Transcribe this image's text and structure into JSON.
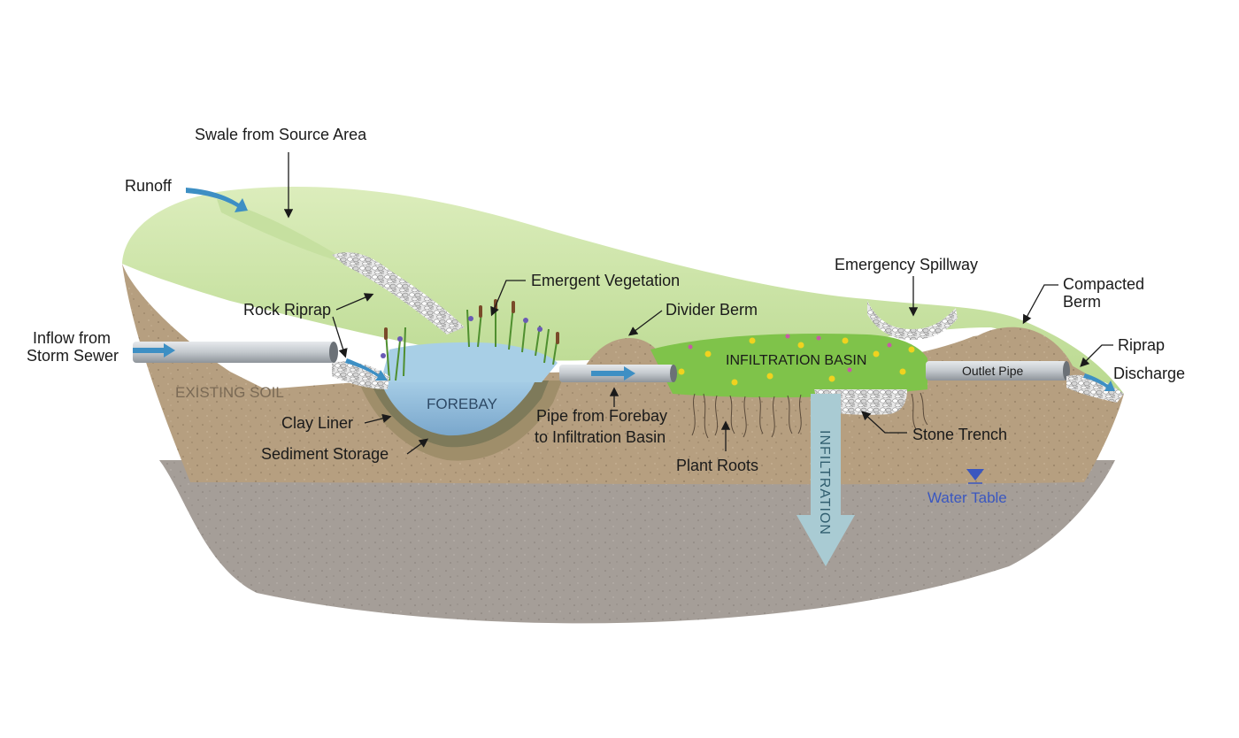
{
  "labels": {
    "swale": "Swale from Source Area",
    "runoff": "Runoff",
    "emergent_vegetation": "Emergent Vegetation",
    "rock_riprap": "Rock Riprap",
    "divider_berm": "Divider Berm",
    "emergency_spillway": "Emergency Spillway",
    "compacted_berm_line1": "Compacted",
    "compacted_berm_line2": "Berm",
    "riprap": "Riprap",
    "discharge": "Discharge",
    "inflow_line1": "Inflow from",
    "inflow_line2": "Storm Sewer",
    "existing_soil": "EXISTING SOIL",
    "forebay": "FOREBAY",
    "clay_liner": "Clay Liner",
    "sediment_storage": "Sediment Storage",
    "pipe_forebay_line1": "Pipe from Forebay",
    "pipe_forebay_line2": "to Infiltration Basin",
    "infiltration_basin": "INFILTRATION BASIN",
    "outlet_pipe": "Outlet Pipe",
    "stone_trench": "Stone Trench",
    "plant_roots": "Plant Roots",
    "infiltration": "INFILTRATION",
    "water_table": "Water Table"
  },
  "colors": {
    "grass_light": "#d8ebb5",
    "grass": "#b7d98b",
    "soil": "#b59e80",
    "subsoil": "#a8a09a",
    "water": "#8cbcdc",
    "pipe": "#c9cdd2",
    "flow_arrow": "#3d8fc4",
    "infiltration_arrow": "#a9cbd3",
    "water_table": "#3a57c0",
    "liner": "#8c7a5f"
  }
}
